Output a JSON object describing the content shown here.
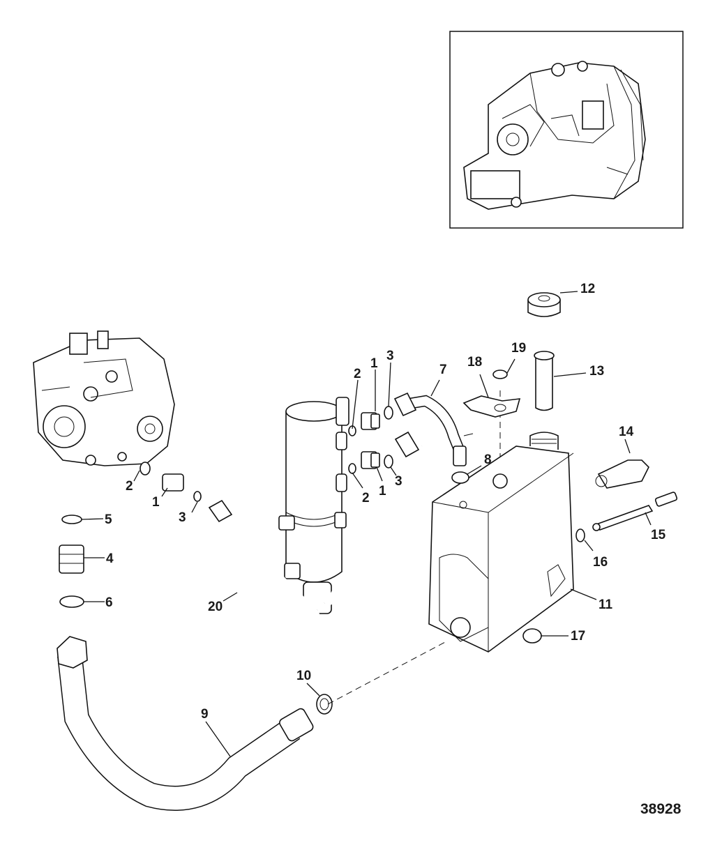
{
  "figure_number": "38928",
  "callouts": [
    {
      "id": "c1a",
      "text": "1"
    },
    {
      "id": "c1b",
      "text": "1"
    },
    {
      "id": "c1c",
      "text": "1"
    },
    {
      "id": "c2a",
      "text": "2"
    },
    {
      "id": "c2b",
      "text": "2"
    },
    {
      "id": "c2c",
      "text": "2"
    },
    {
      "id": "c3a",
      "text": "3"
    },
    {
      "id": "c3b",
      "text": "3"
    },
    {
      "id": "c3c",
      "text": "3"
    },
    {
      "id": "c4",
      "text": "4"
    },
    {
      "id": "c5",
      "text": "5"
    },
    {
      "id": "c6",
      "text": "6"
    },
    {
      "id": "c7",
      "text": "7"
    },
    {
      "id": "c8",
      "text": "8"
    },
    {
      "id": "c9",
      "text": "9"
    },
    {
      "id": "c10",
      "text": "10"
    },
    {
      "id": "c11",
      "text": "11"
    },
    {
      "id": "c12",
      "text": "12"
    },
    {
      "id": "c13",
      "text": "13"
    },
    {
      "id": "c14",
      "text": "14"
    },
    {
      "id": "c15",
      "text": "15"
    },
    {
      "id": "c16",
      "text": "16"
    },
    {
      "id": "c17",
      "text": "17"
    },
    {
      "id": "c18",
      "text": "18"
    },
    {
      "id": "c19",
      "text": "19"
    },
    {
      "id": "c20",
      "text": "20"
    }
  ]
}
